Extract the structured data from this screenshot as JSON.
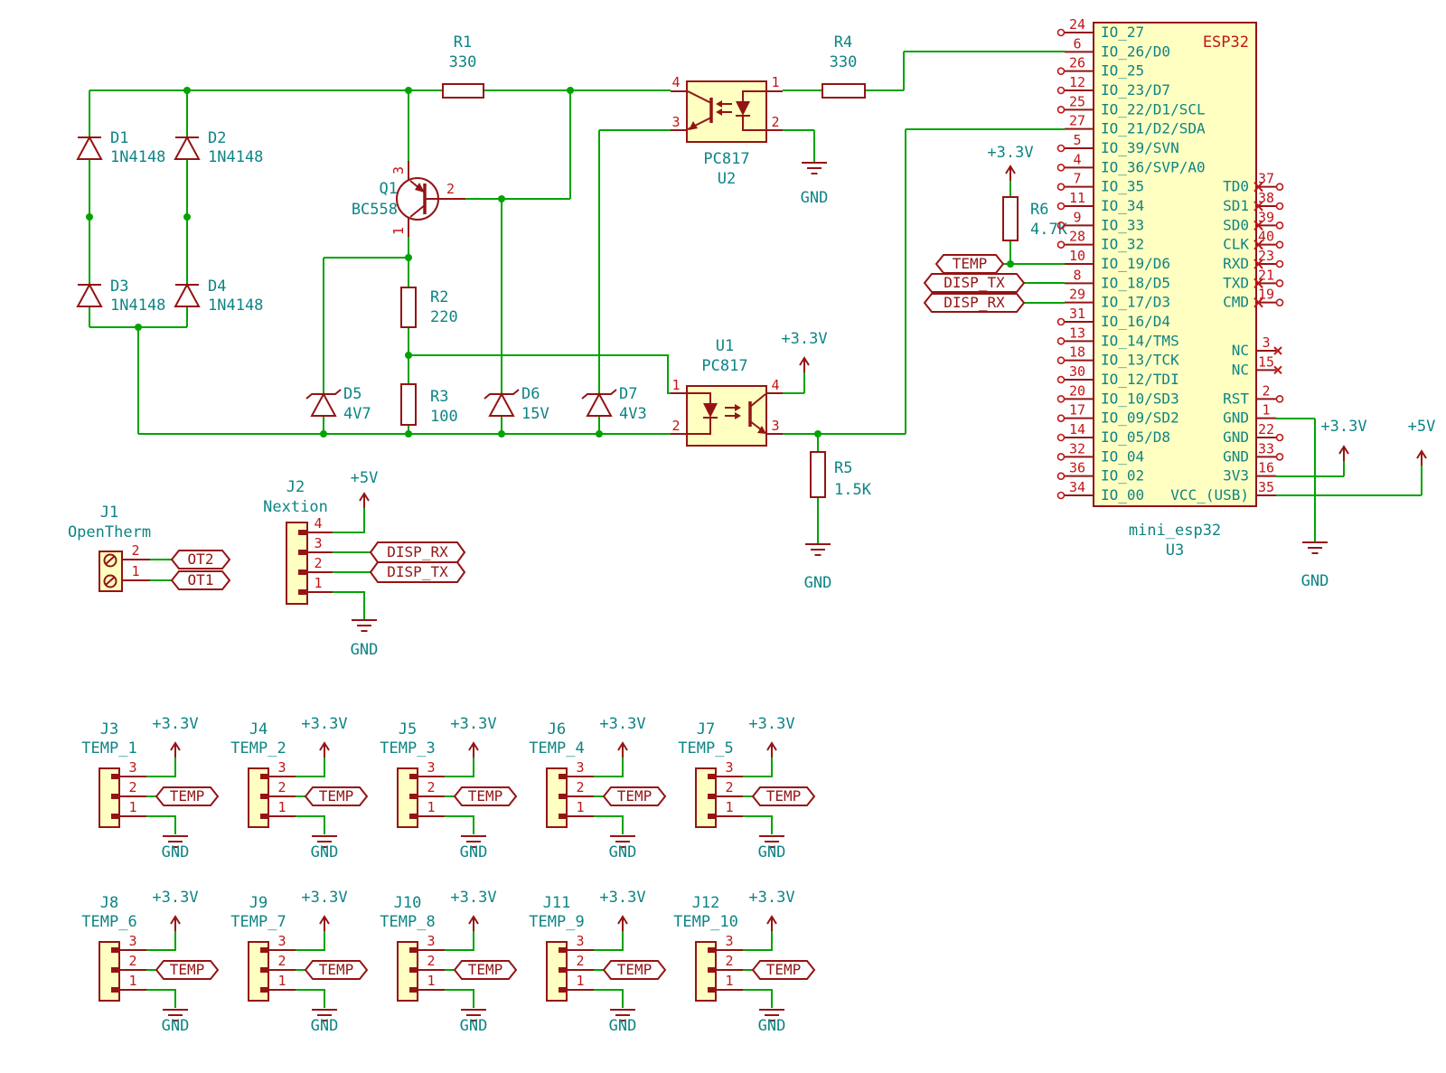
{
  "colors": {
    "bg": "#FFFFFF",
    "wire": "#00A400",
    "outline": "#941414",
    "pin": "#C01616",
    "text": "#0E8484",
    "fill": "#FFFFC2"
  },
  "power": {
    "v33": "+3.3V",
    "v5": "+5V",
    "gnd": "GND"
  },
  "nets": {
    "ot1": "OT1",
    "ot2": "OT2",
    "temp": "TEMP",
    "disp_rx": "DISP_RX",
    "disp_tx": "DISP_TX"
  },
  "components": {
    "d1": {
      "ref": "D1",
      "value": "1N4148"
    },
    "d2": {
      "ref": "D2",
      "value": "1N4148"
    },
    "d3": {
      "ref": "D3",
      "value": "1N4148"
    },
    "d4": {
      "ref": "D4",
      "value": "1N4148"
    },
    "d5": {
      "ref": "D5",
      "value": "4V7"
    },
    "d6": {
      "ref": "D6",
      "value": "15V"
    },
    "d7": {
      "ref": "D7",
      "value": "4V3"
    },
    "q1": {
      "ref": "Q1",
      "value": "BC558",
      "pins": {
        "e": "3",
        "b": "2",
        "c": "1"
      }
    },
    "r1": {
      "ref": "R1",
      "value": "330"
    },
    "r2": {
      "ref": "R2",
      "value": "220"
    },
    "r3": {
      "ref": "R3",
      "value": "100"
    },
    "r4": {
      "ref": "R4",
      "value": "330"
    },
    "r5": {
      "ref": "R5",
      "value": "1.5K"
    },
    "r6": {
      "ref": "R6",
      "value": "4.7K"
    },
    "u1": {
      "ref": "U1",
      "value": "PC817",
      "pins": {
        "1": "1",
        "2": "2",
        "3": "3",
        "4": "4"
      }
    },
    "u2": {
      "ref": "U2",
      "value": "PC817",
      "pins": {
        "1": "1",
        "2": "2",
        "3": "3",
        "4": "4"
      }
    },
    "j1": {
      "ref": "J1",
      "value": "OpenTherm",
      "pins": {
        "1": "1",
        "2": "2"
      }
    },
    "j2": {
      "ref": "J2",
      "value": "Nextion",
      "pins": {
        "1": "1",
        "2": "2",
        "3": "3",
        "4": "4"
      }
    },
    "u3": {
      "ref": "U3",
      "value": "mini_esp32",
      "chip_label": "ESP32"
    }
  },
  "esp32": {
    "left_pins": [
      {
        "num": "24",
        "name": "IO_27",
        "open": true
      },
      {
        "num": "6",
        "name": "IO_26/D0"
      },
      {
        "num": "26",
        "name": "IO_25",
        "open": true
      },
      {
        "num": "12",
        "name": "IO_23/D7",
        "open": true
      },
      {
        "num": "25",
        "name": "IO_22/D1/SCL",
        "open": true
      },
      {
        "num": "27",
        "name": "IO_21/D2/SDA"
      },
      {
        "num": "5",
        "name": "IO_39/SVN",
        "open": true
      },
      {
        "num": "4",
        "name": "IO_36/SVP/A0",
        "open": true
      },
      {
        "num": "7",
        "name": "IO_35",
        "open": true
      },
      {
        "num": "11",
        "name": "IO_34",
        "open": true
      },
      {
        "num": "9",
        "name": "IO_33",
        "open": true
      },
      {
        "num": "28",
        "name": "IO_32",
        "open": true
      },
      {
        "num": "10",
        "name": "IO_19/D6"
      },
      {
        "num": "8",
        "name": "IO_18/D5"
      },
      {
        "num": "29",
        "name": "IO_17/D3"
      },
      {
        "num": "31",
        "name": "IO_16/D4",
        "open": true
      },
      {
        "num": "13",
        "name": "IO_14/TMS",
        "open": true
      },
      {
        "num": "18",
        "name": "IO_13/TCK",
        "open": true
      },
      {
        "num": "30",
        "name": "IO_12/TDI",
        "open": true
      },
      {
        "num": "20",
        "name": "IO_10/SD3",
        "open": true
      },
      {
        "num": "17",
        "name": "IO_09/SD2",
        "open": true
      },
      {
        "num": "14",
        "name": "IO_05/D8",
        "open": true
      },
      {
        "num": "32",
        "name": "IO_04",
        "open": true
      },
      {
        "num": "36",
        "name": "IO_02",
        "open": true
      },
      {
        "num": "34",
        "name": "IO_00",
        "open": true
      }
    ],
    "right_pins": [
      {
        "name": "TD0",
        "num": "37",
        "x_edge": true,
        "open": true
      },
      {
        "name": "SD1",
        "num": "38",
        "x_edge": true,
        "open": true
      },
      {
        "name": "SD0",
        "num": "39",
        "x_edge": true,
        "open": true
      },
      {
        "name": "CLK",
        "num": "40",
        "x_edge": true,
        "open": true
      },
      {
        "name": "RXD",
        "num": "23",
        "x_edge": true,
        "open": true
      },
      {
        "name": "TXD",
        "num": "21",
        "x_edge": true,
        "open": true
      },
      {
        "name": "CMD",
        "num": "19",
        "x_edge": true,
        "open": true
      },
      {
        "name": "NC",
        "num": "3",
        "x_end": true
      },
      {
        "name": "NC",
        "num": "15",
        "x_end": true
      },
      {
        "name": "RST",
        "num": "2",
        "open": true
      },
      {
        "name": "GND",
        "num": "1"
      },
      {
        "name": "GND",
        "num": "22",
        "open": true
      },
      {
        "name": "GND",
        "num": "33",
        "open": true
      },
      {
        "name": "3V3",
        "num": "16"
      },
      {
        "name": "VCC_(USB)",
        "num": "35"
      }
    ]
  },
  "temp": {
    "pin3": "3",
    "pin2": "2",
    "pin1": "1",
    "connectors": [
      {
        "ref": "J3",
        "name": "TEMP_1"
      },
      {
        "ref": "J4",
        "name": "TEMP_2"
      },
      {
        "ref": "J5",
        "name": "TEMP_3"
      },
      {
        "ref": "J6",
        "name": "TEMP_4"
      },
      {
        "ref": "J7",
        "name": "TEMP_5"
      },
      {
        "ref": "J8",
        "name": "TEMP_6"
      },
      {
        "ref": "J9",
        "name": "TEMP_7"
      },
      {
        "ref": "J10",
        "name": "TEMP_8"
      },
      {
        "ref": "J11",
        "name": "TEMP_9"
      },
      {
        "ref": "J12",
        "name": "TEMP_10"
      }
    ]
  }
}
